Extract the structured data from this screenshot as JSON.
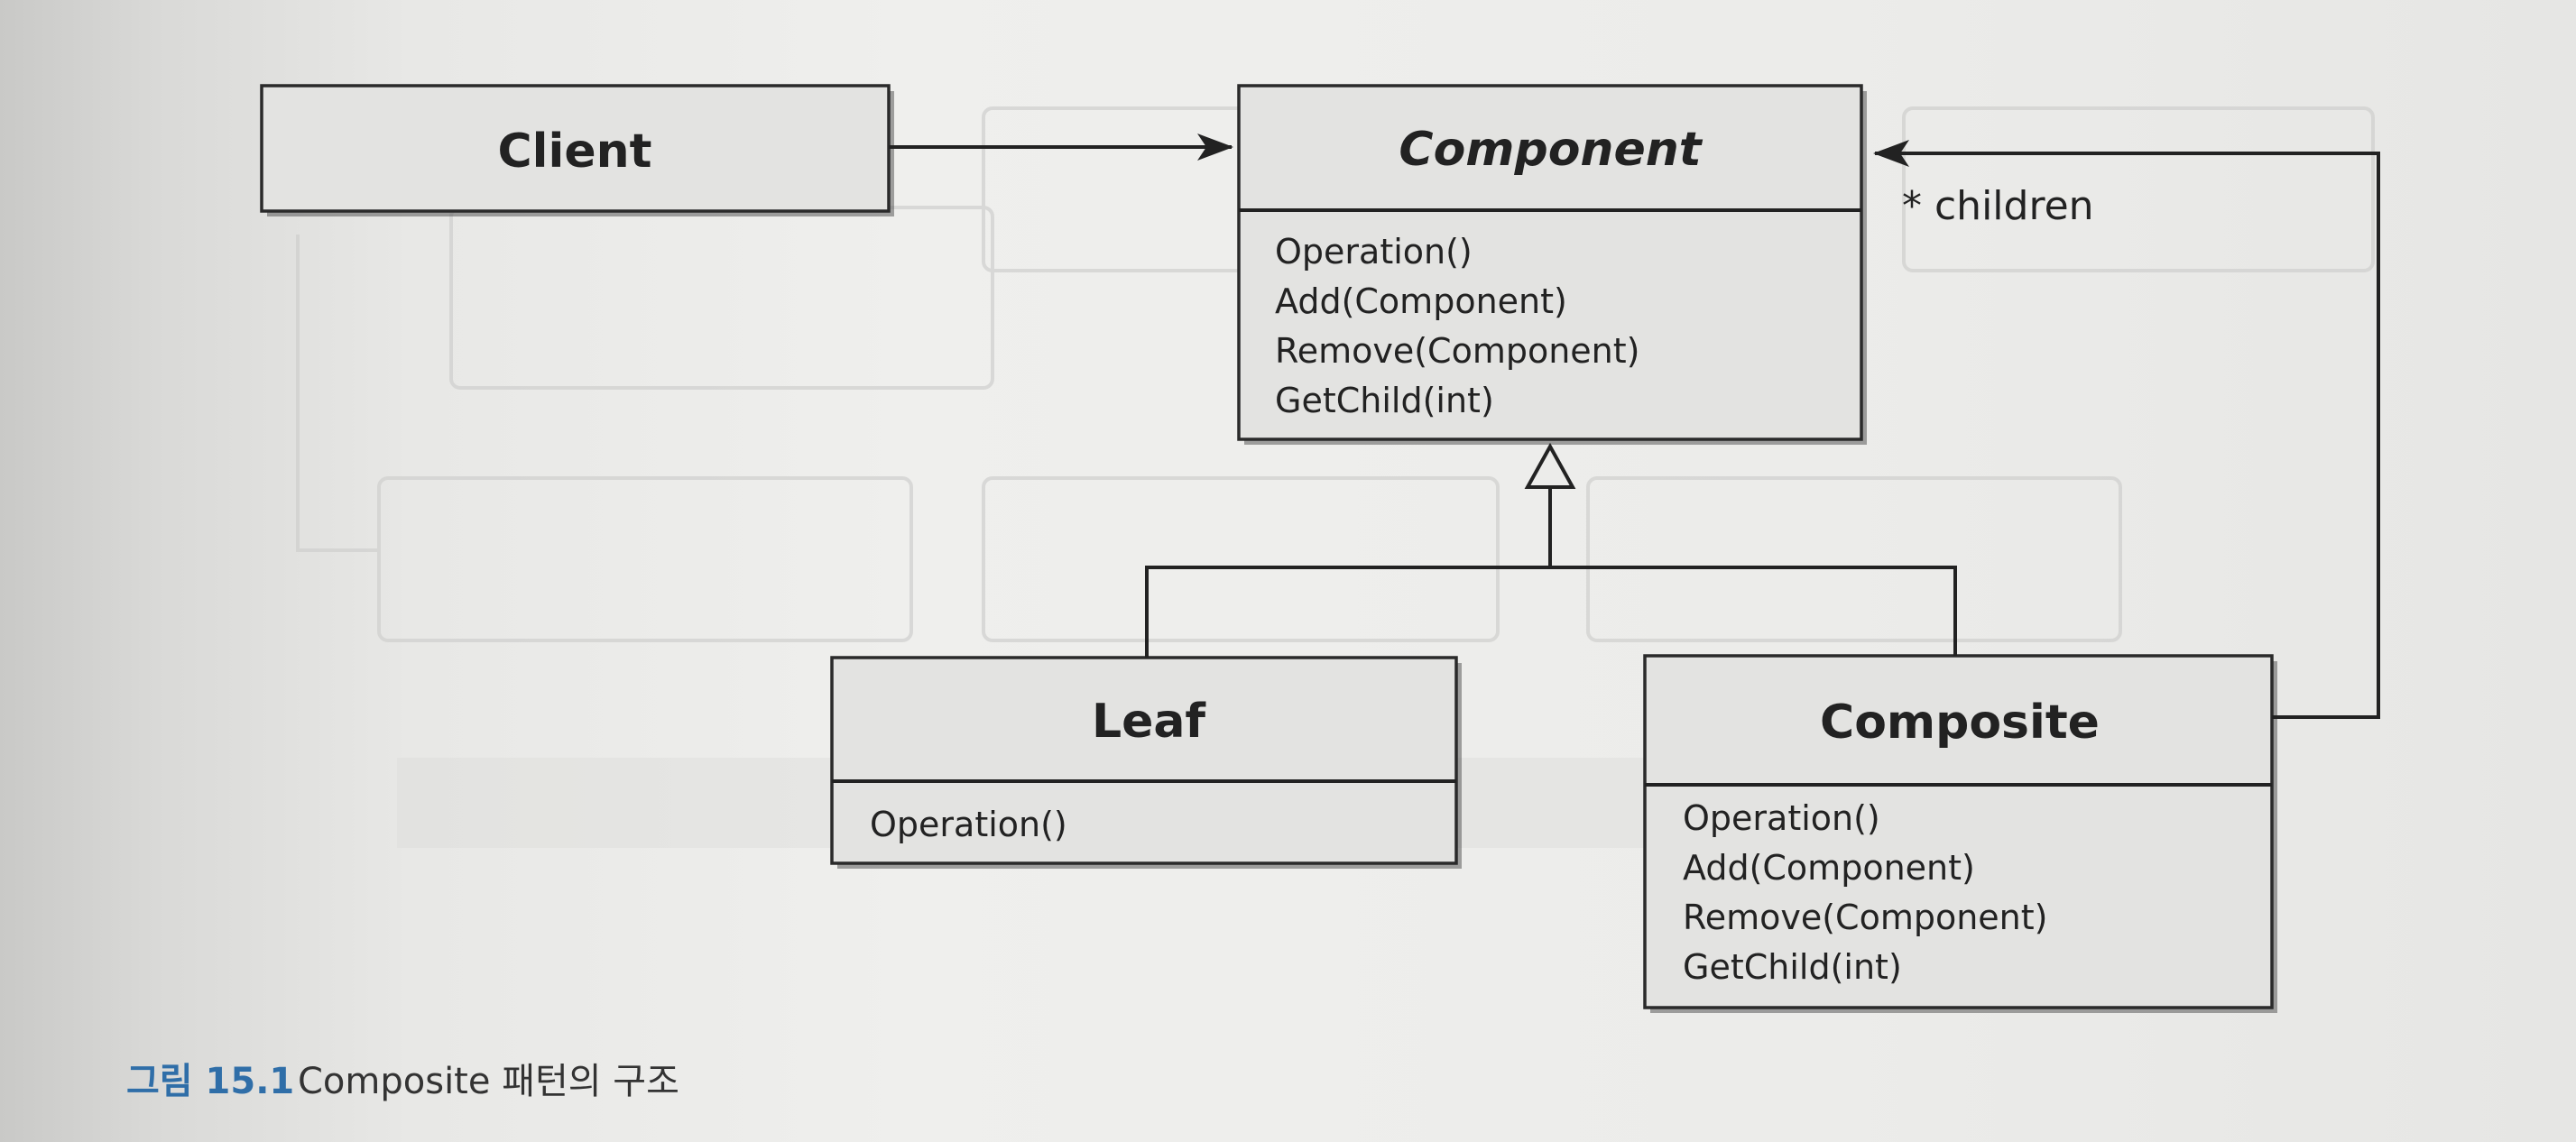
{
  "diagram": {
    "client": {
      "name": "Client"
    },
    "component": {
      "name": "Component",
      "operations": [
        "Operation()",
        "Add(Component)",
        "Remove(Component)",
        "GetChild(int)"
      ]
    },
    "leaf": {
      "name": "Leaf",
      "operations": [
        "Operation()"
      ]
    },
    "composite": {
      "name": "Composite",
      "operations": [
        "Operation()",
        "Add(Component)",
        "Remove(Component)",
        "GetChild(int)"
      ]
    },
    "children_label": "* children"
  },
  "caption": {
    "number": "그림 15.1",
    "text": "Composite 패턴의 구조"
  },
  "colors": {
    "box_fill": "#e3e3e1",
    "stroke": "#2a2a2a",
    "caption_accent": "#2f6ea8"
  }
}
